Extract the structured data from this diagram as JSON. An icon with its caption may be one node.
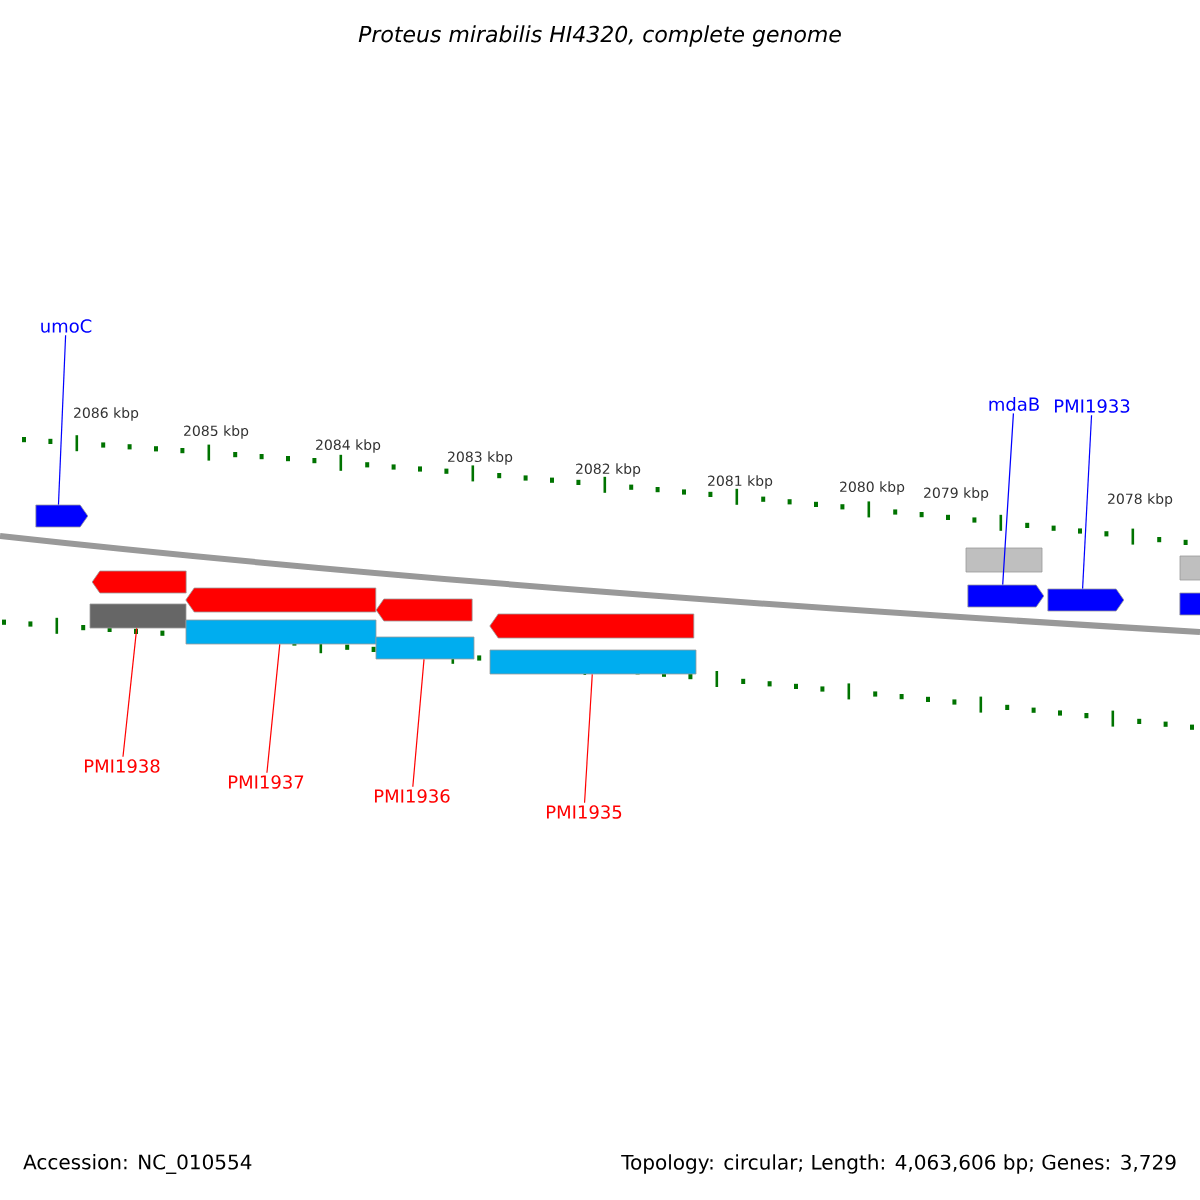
{
  "diagram": {
    "title": "Proteus mirabilis HI4320, complete genome",
    "nodes": [
      {
        "text": [
          "umoC"
        ]
      },
      {
        "text": [
          "mdaB"
        ]
      },
      {
        "text": [
          "PMI1933"
        ]
      },
      {
        "text": [
          "PMI1938"
        ]
      },
      {
        "text": [
          "PMI1937"
        ]
      },
      {
        "text": [
          "PMI1936"
        ]
      },
      {
        "text": [
          "PMI1935"
        ]
      },
      {
        "text": [],
        "shape": "arrow"
      },
      {
        "text": [],
        "shape": "bar"
      },
      {
        "text": [],
        "shape": "arrow"
      },
      {
        "text": [],
        "shape": "arrow"
      },
      {
        "text": [],
        "shape": "bar"
      },
      {
        "text": [],
        "shape": "arrow"
      },
      {
        "text": [],
        "shape": "arrow"
      },
      {
        "text": [],
        "shape": "arrow"
      },
      {
        "text": [],
        "shape": "arrow"
      },
      {
        "text": [],
        "shape": "arrow"
      },
      {
        "text": [],
        "shape": "bar"
      },
      {
        "text": [],
        "shape": "bar"
      },
      {
        "text": [],
        "shape": "bar"
      },
      {
        "text": [],
        "shape": "bar"
      }
    ],
    "edges": [
      {
        "from": 0,
        "to": 7,
        "arrow": "none",
        "color": "#0000ff"
      },
      {
        "from": 1,
        "to": 9,
        "arrow": "none",
        "color": "#0000ff"
      },
      {
        "from": 2,
        "to": 10,
        "arrow": "none",
        "color": "#0000ff"
      },
      {
        "from": 3,
        "to": 17,
        "arrow": "none"
      },
      {
        "from": 4,
        "to": 18,
        "arrow": "none"
      },
      {
        "from": 5,
        "to": 19,
        "arrow": "none"
      },
      {
        "from": 6,
        "to": 20,
        "arrow": "none"
      }
    ],
    "labels": [
      "2086 kbp",
      "2085 kbp",
      "2084 kbp",
      "2083 kbp",
      "2082 kbp",
      "2081 kbp",
      "2080 kbp",
      "2079 kbp",
      "2078 kbp",
      "Accession: NC_010554",
      "Topology: circular; Length: 4,063,606 bp; Genes: 3,729"
    ]
  }
}
